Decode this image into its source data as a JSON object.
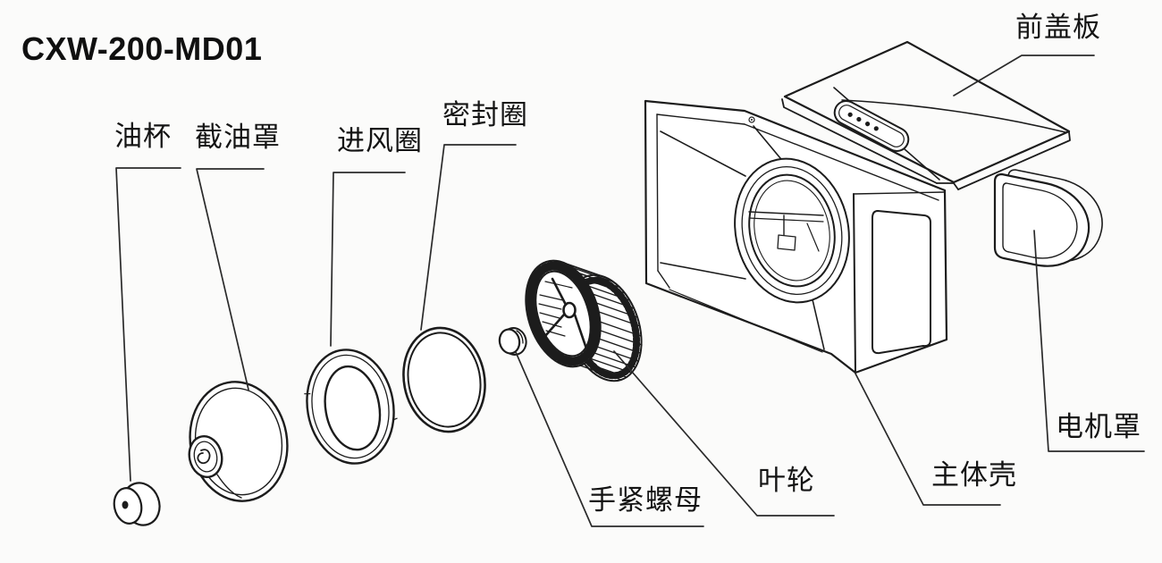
{
  "model": "CXW-200-MD01",
  "parts": {
    "oil_cup": {
      "label": "油杯"
    },
    "oil_baffle": {
      "label": "截油罩"
    },
    "air_inlet_ring": {
      "label": "进风圈"
    },
    "seal_ring": {
      "label": "密封圈"
    },
    "hand_nut": {
      "label": "手紧螺母"
    },
    "impeller": {
      "label": "叶轮"
    },
    "main_body": {
      "label": "主体壳"
    },
    "front_cover": {
      "label": "前盖板"
    },
    "motor_cover": {
      "label": "电机罩"
    }
  },
  "colors": {
    "ink": "#1c1c1c",
    "background": "#fbfbfa"
  }
}
